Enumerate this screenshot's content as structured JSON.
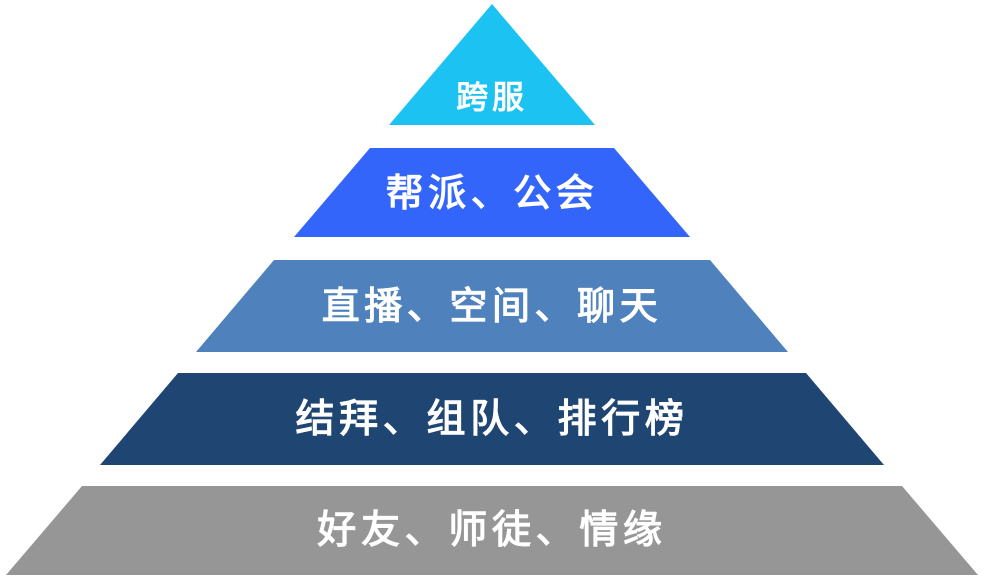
{
  "diagram": {
    "type": "pyramid",
    "background": "#FFFFFF",
    "text_color": "#FFFFFF",
    "levels": [
      {
        "rank": 1,
        "label": "跨服",
        "color": "#1CC3F2"
      },
      {
        "rank": 2,
        "label": "帮派、公会",
        "color": "#3365FA"
      },
      {
        "rank": 3,
        "label": "直播、空间、聊天",
        "color": "#4F81BD"
      },
      {
        "rank": 4,
        "label": "结拜、组队、排行榜",
        "color": "#1F4573"
      },
      {
        "rank": 5,
        "label": "好友、师徒、情缘",
        "color": "#969696"
      }
    ]
  }
}
